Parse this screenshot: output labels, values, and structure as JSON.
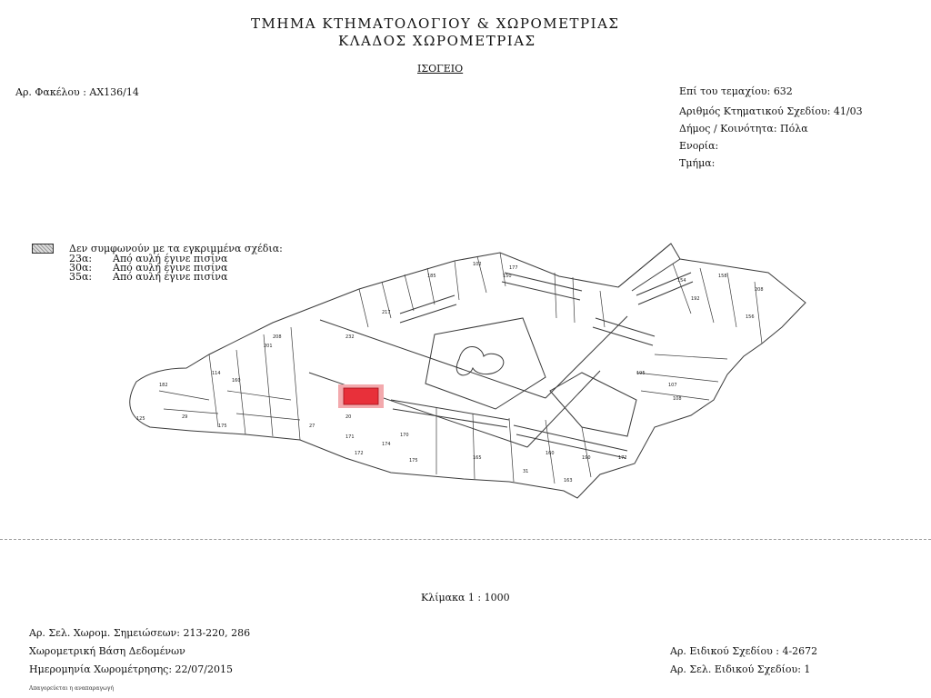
{
  "header": {
    "title_line1": "ΤΜΗΜΑ ΚΤΗΜΑΤΟΛΟΓΙΟΥ & ΧΩΡΟΜΕΤΡΙΑΣ",
    "title_line2": "ΚΛΑΔΟΣ ΧΩΡΟΜΕΤΡΙΑΣ",
    "floor": "ΙΣΟΓΕΙΟ"
  },
  "file_no": "Αρ. Φακέλου : ΑΧ136/14",
  "parcel_info": [
    "Επί του τεμαχίου: 632",
    "Αριθμός Κτηματικού Σχεδίου: 41/03",
    "Δήμος / Κοινότητα: Πόλα",
    "Ενορία:",
    "Τμήμα:"
  ],
  "legend": {
    "heading": "Δεν συμφωνούν με τα εγκριμμένα σχέδια:",
    "items": [
      {
        "code": "23α:",
        "text": "Από αυλή έγινε πισίνα"
      },
      {
        "code": "30α:",
        "text": "Από αυλή έγινε πισίνα"
      },
      {
        "code": "35α:",
        "text": "Από αυλή έγινε πισίνα"
      }
    ]
  },
  "map_labels": [
    "125",
    "182",
    "175",
    "114",
    "201",
    "160",
    "208",
    "232",
    "217",
    "185",
    "102",
    "150",
    "177",
    "154",
    "158",
    "208",
    "156",
    "192",
    "175",
    "172",
    "174",
    "170",
    "171",
    "165",
    "160",
    "190",
    "172",
    "107",
    "108",
    "195",
    "163",
    "31",
    "27",
    "20",
    "29"
  ],
  "scale": "Κλίμακα 1 : 1000",
  "footer_left": [
    "Αρ. Σελ. Χωρομ. Σημειώσεων: 213-220, 286",
    "Χωρομετρική Βάση Δεδομένων",
    "Ημερομηνία Χωρομέτρησης: 22/07/2015"
  ],
  "footer_right": [
    "Αρ. Ειδικού Σχεδίου : 4-2672",
    "Αρ. Σελ. Ειδικού Σχεδίου: 1"
  ],
  "footer_tiny": "Απαγορεύεται η αναπαραγωγή",
  "colors": {
    "highlight": "#e8303a",
    "highlight_halo": "#f3a9ad",
    "line": "#3a3a3a"
  }
}
